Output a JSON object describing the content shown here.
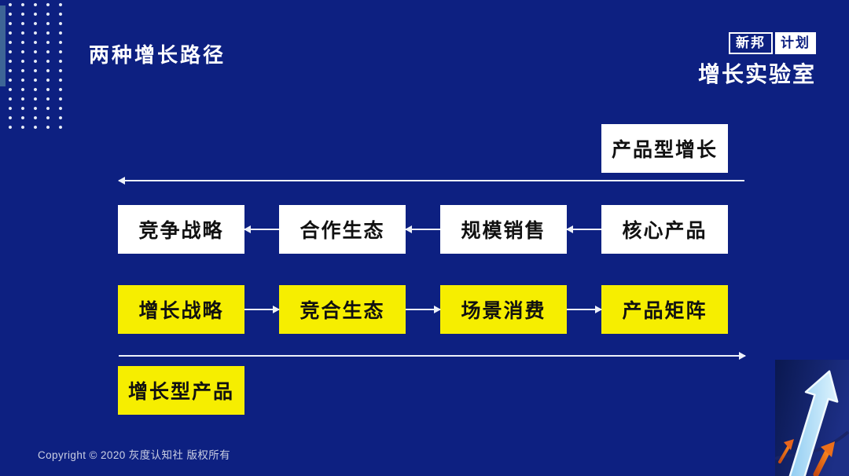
{
  "slide": {
    "title": "两种增长路径",
    "copyright": "Copyright © 2020 灰度认知社 版权所有"
  },
  "logo": {
    "badge_primary": "新邦",
    "badge_secondary": "计划",
    "name": "增长实验室"
  },
  "diagram": {
    "product_path": {
      "label": "产品型增长",
      "flow_direction": "right-to-left",
      "items": [
        "竞争战略",
        "合作生态",
        "规模销售",
        "核心产品"
      ]
    },
    "growth_path": {
      "label": "增长型产品",
      "flow_direction": "left-to-right",
      "items": [
        "增长战略",
        "竞合生态",
        "场景消费",
        "产品矩阵"
      ]
    }
  },
  "colors": {
    "background": "#0d2081",
    "accent_bar": "#3e6596",
    "dot_grid": "#e8edf8",
    "highlight_yellow": "#f6ee00",
    "box_white": "#ffffff",
    "box_text": "#111111",
    "arrow_white": "#edf1f9",
    "art_arrow_blue": "#9ad4f5",
    "art_arrow_orange": "#e8651d"
  }
}
